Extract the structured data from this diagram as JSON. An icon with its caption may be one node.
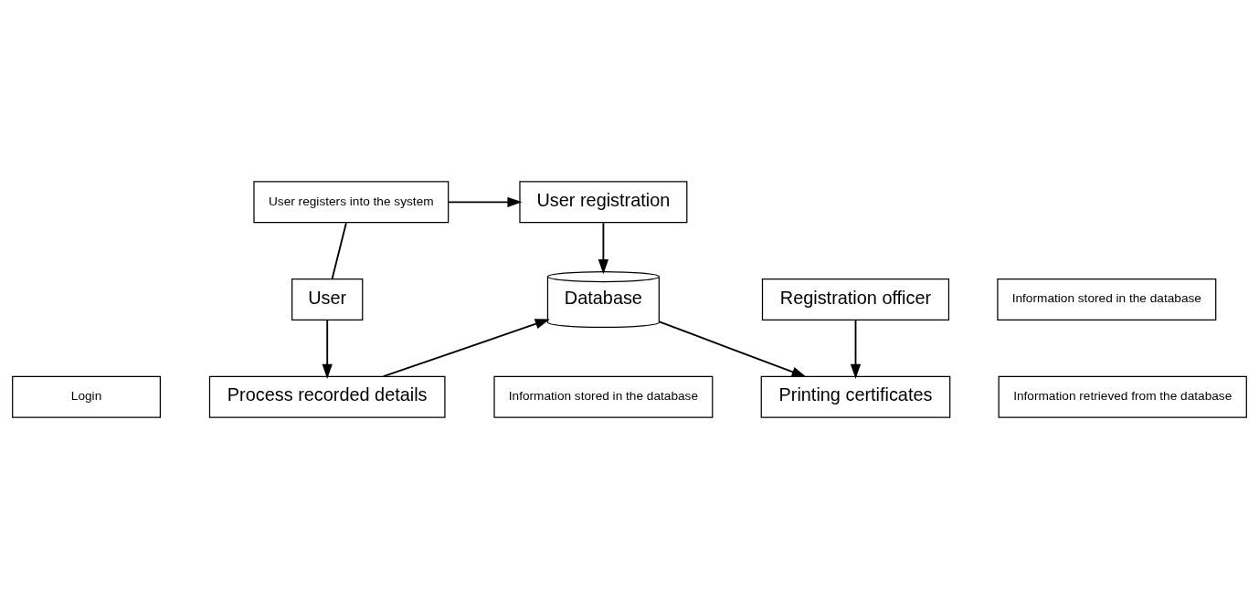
{
  "diagram": {
    "nodes": [
      {
        "text": [
          "User registers into the system"
        ]
      },
      {
        "text": [
          "User registration"
        ]
      },
      {
        "text": [
          "Information stored in the database"
        ]
      },
      {
        "text": [
          "Database"
        ]
      },
      {
        "text": [
          "Registration officer"
        ]
      },
      {
        "text": [
          "User"
        ]
      },
      {
        "text": [
          "Information retrieved from the database"
        ]
      },
      {
        "text": [
          "Login"
        ]
      },
      {
        "text": [
          "Information stored in the database"
        ]
      },
      {
        "text": [
          "Printing certificates"
        ]
      },
      {
        "text": [
          "Process recorded details"
        ]
      }
    ],
    "edges": [
      {
        "from": 0,
        "to": 1,
        "arrow": "to"
      },
      {
        "from": 0,
        "to": 5,
        "arrow": "none"
      },
      {
        "from": 1,
        "to": 3,
        "arrow": "to"
      },
      {
        "from": 5,
        "to": 10,
        "arrow": "to"
      },
      {
        "from": 10,
        "to": 3,
        "arrow": "to"
      },
      {
        "from": 3,
        "to": 9,
        "arrow": "to"
      },
      {
        "from": 4,
        "to": 9,
        "arrow": "to"
      }
    ]
  }
}
